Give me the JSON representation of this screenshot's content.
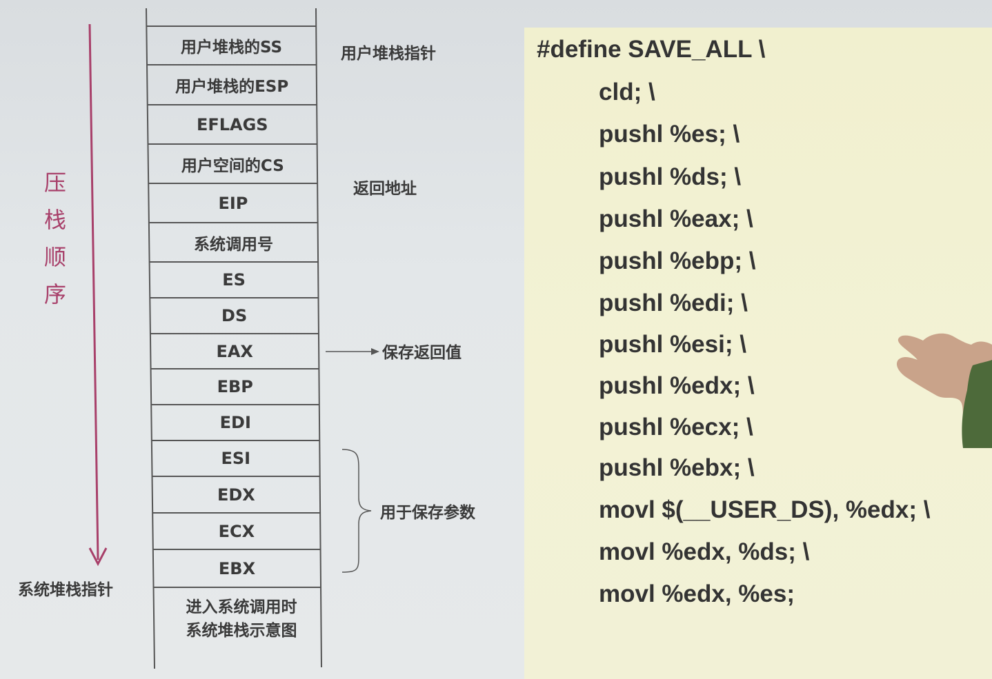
{
  "stack": {
    "cells": [
      "用户堆栈的SS",
      "用户堆栈的ESP",
      "EFLAGS",
      "用户空间的CS",
      "EIP",
      "系统调用号",
      "ES",
      "DS",
      "EAX",
      "EBP",
      "EDI",
      "ESI",
      "EDX",
      "ECX",
      "EBX"
    ],
    "caption_line1": "进入系统调用时",
    "caption_line2": "系统堆栈示意图"
  },
  "annotations": {
    "user_stack_pointer": "用户堆栈指针",
    "return_address": "返回地址",
    "save_return_value": "保存返回值",
    "save_params": "用于保存参数",
    "system_stack_pointer": "系统堆栈指针",
    "push_order": [
      "压",
      "栈",
      "顺",
      "序"
    ]
  },
  "code": {
    "lines": [
      "#define SAVE_ALL \\",
      "cld; \\",
      "pushl %es; \\",
      "pushl %ds; \\",
      "pushl %eax; \\",
      "pushl %ebp; \\",
      "pushl %edi; \\",
      "pushl %esi; \\",
      "pushl %edx; \\",
      "pushl %ecx; \\",
      "pushl %ebx; \\",
      "movl $(__USER_DS), %edx; \\",
      "movl %edx, %ds; \\",
      "movl %edx, %es;"
    ]
  },
  "colors": {
    "arrow": "#a8406a",
    "grid": "#555555",
    "code_bg": "#f2f1d4"
  }
}
